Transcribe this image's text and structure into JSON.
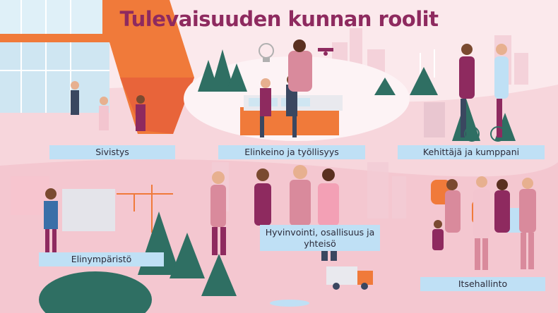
{
  "title": "Tulevaisuuden kunnan roolit",
  "roles": {
    "sivistys": "Sivistys",
    "elinkeino": "Elinkeino ja työllisyys",
    "kehittaja": "Kehittäjä ja kumppani",
    "elinymparisto": "Elinympäristö",
    "hyvinvointi": "Hyvinvointi, osallisuus ja yhteisö",
    "itsehallinto": "Itsehallinto"
  },
  "colors": {
    "title": "#8e2a5f",
    "label_bg": "#bfe0f5",
    "background": "#fbe9ec",
    "accent_orange": "#f07a3a",
    "tree_green": "#2f6f63"
  }
}
